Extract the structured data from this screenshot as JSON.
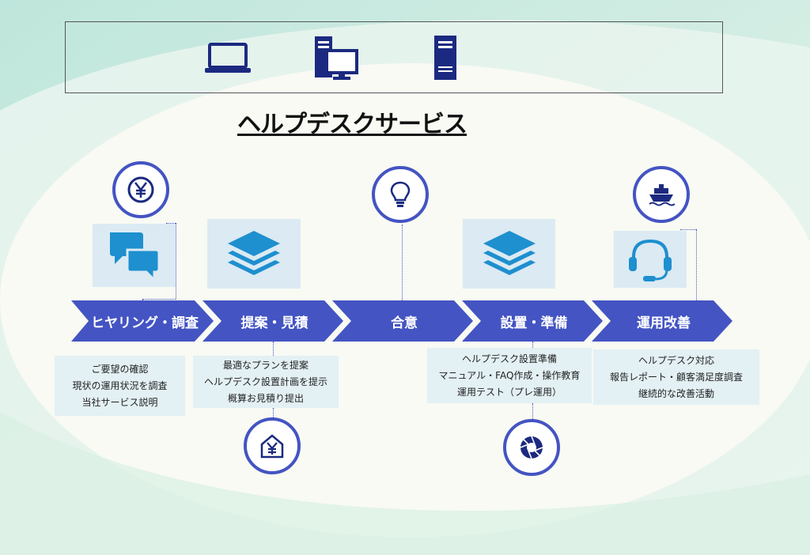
{
  "title": "ヘルプデスクサービス",
  "colors": {
    "accent": "#4454c3",
    "icon_blue": "#1e8fcf",
    "navy": "#1b2a80",
    "desc_bg": "#e3f0f4"
  },
  "top_icons": [
    "laptop-icon",
    "desktop-pc-icon",
    "server-tower-icon"
  ],
  "steps": [
    {
      "label": "ヒヤリング・調査"
    },
    {
      "label": "提案・見積"
    },
    {
      "label": "合意"
    },
    {
      "label": "設置・準備"
    },
    {
      "label": "運用改善"
    }
  ],
  "descriptions": [
    {
      "lines": [
        "ご要望の確認",
        "現状の運用状況を調査",
        "当社サービス説明"
      ]
    },
    {
      "lines": [
        "最適なプランを提案",
        "ヘルプデスク設置計画を提示",
        "概算お見積り提出"
      ]
    },
    {
      "lines": [
        "ヘルプデスク設置準備",
        "マニュアル・FAQ作成・操作教育",
        "運用テスト（プレ運用）"
      ]
    },
    {
      "lines": [
        "ヘルプデスク対応",
        "報告レポート・顧客満足度調査",
        "継続的な改善活動"
      ]
    }
  ],
  "circle_icons": [
    "yen-coin-icon",
    "lightbulb-icon",
    "ship-icon",
    "house-yen-icon",
    "camera-aperture-icon"
  ],
  "box_icons": [
    "chat-bubbles-icon",
    "layers-icon",
    "layers-icon",
    "headset-icon"
  ]
}
